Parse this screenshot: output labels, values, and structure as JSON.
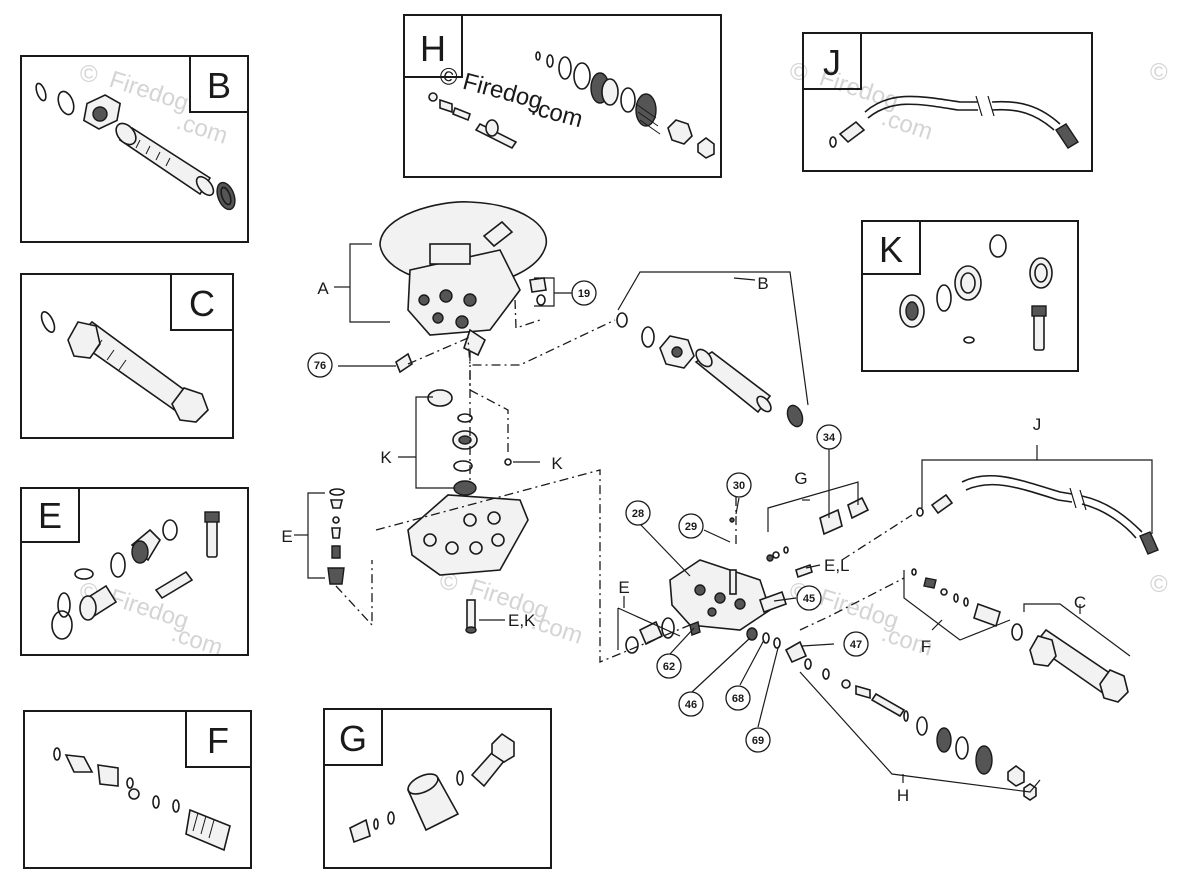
{
  "watermark": {
    "line1": "© Firedog",
    "line2": ".com",
    "faint_copyright": "©",
    "faint_name": "Firedog",
    "faint_com": ".com"
  },
  "kit_boxes": [
    {
      "letter": "B"
    },
    {
      "letter": "C"
    },
    {
      "letter": "E"
    },
    {
      "letter": "F"
    },
    {
      "letter": "G"
    },
    {
      "letter": "H"
    },
    {
      "letter": "J"
    },
    {
      "letter": "K"
    }
  ],
  "group_labels": {
    "A": "A",
    "B": "B",
    "C": "C",
    "E_left": "E",
    "E_right": "E",
    "F": "F",
    "G": "G",
    "H": "H",
    "J": "J",
    "K_upper": "K",
    "K_left": "K",
    "E_L": "E,L",
    "E_K": "E,K"
  },
  "callouts": [
    "19",
    "76",
    "34",
    "30",
    "29",
    "28",
    "45",
    "47",
    "62",
    "46",
    "68",
    "69"
  ],
  "colors": {
    "line": "#1a1a1a",
    "background": "#ffffff",
    "watermark": "#d4d4d4"
  }
}
